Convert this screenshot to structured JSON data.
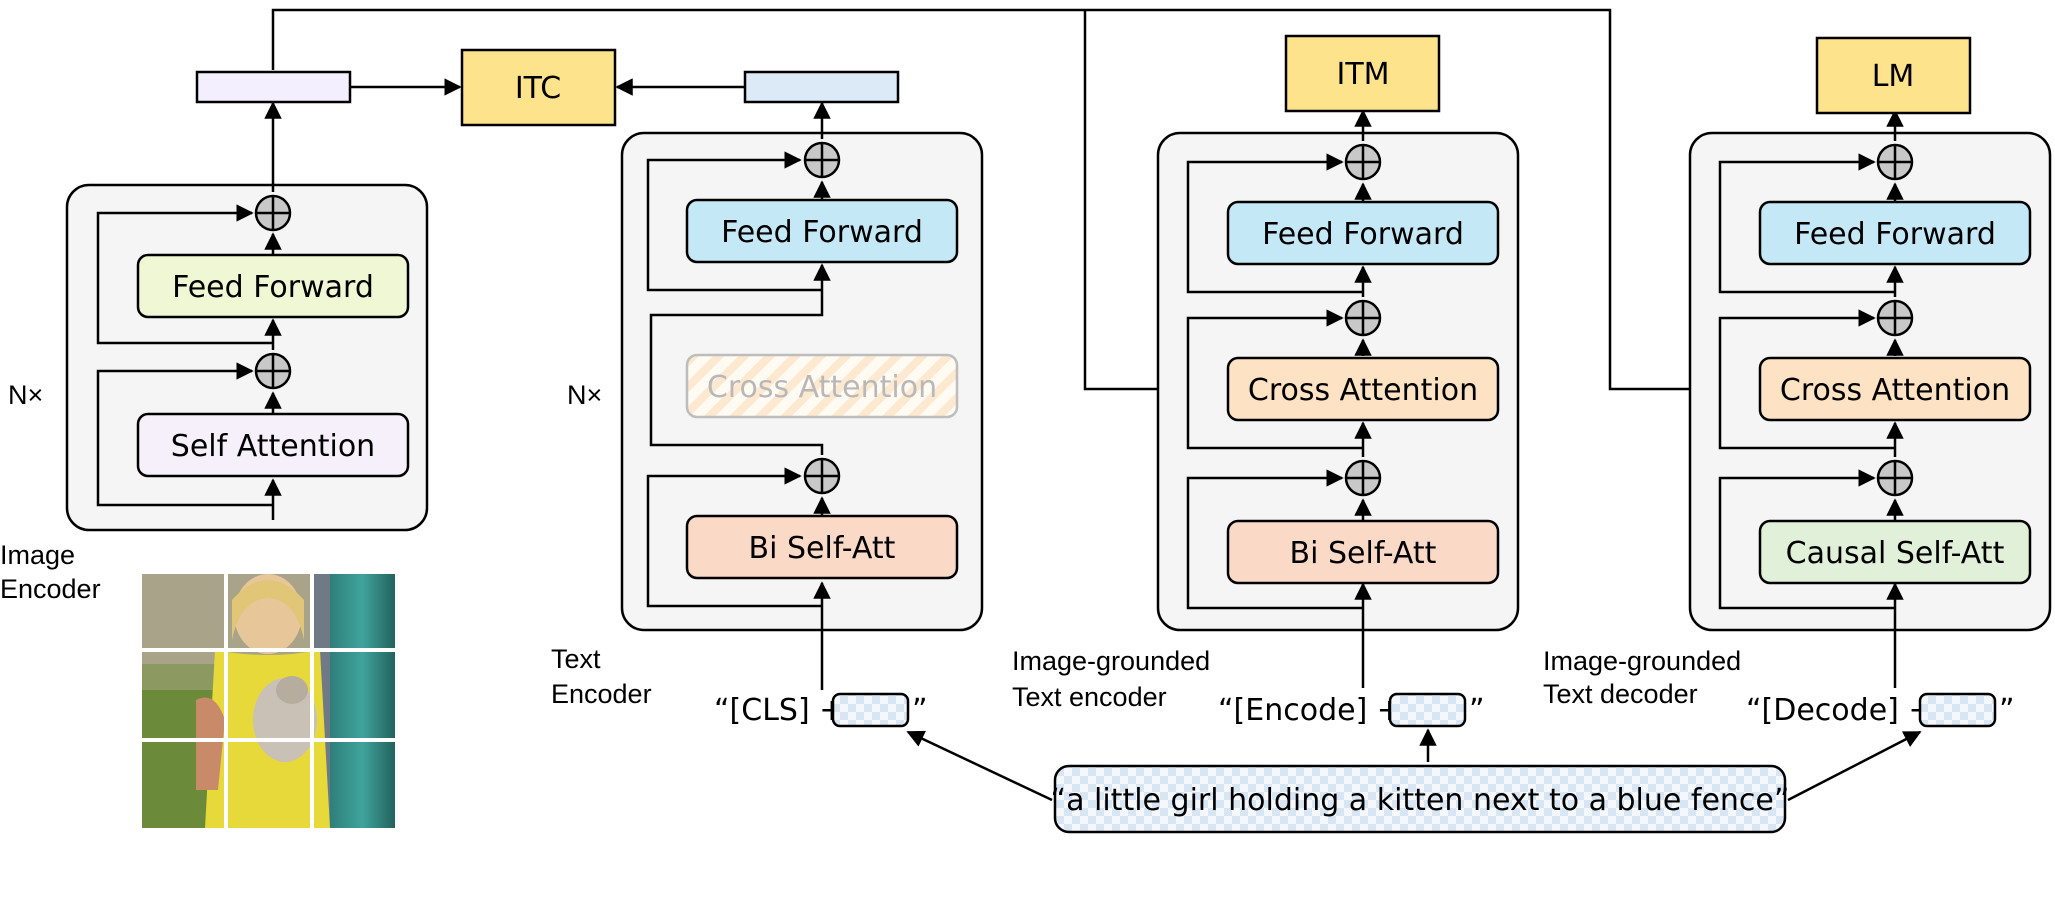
{
  "encoders": {
    "image": {
      "label_line1": "Image",
      "label_line2": "Encoder",
      "repeat": "N×",
      "ffn": "Feed Forward",
      "attn": "Self Attention"
    },
    "text": {
      "label_line1": "Text",
      "label_line2": "Encoder",
      "repeat": "N×",
      "ffn": "Feed Forward",
      "cross": "Cross Attention",
      "self_att": "Bi Self-Att",
      "input_prefix": "“[CLS] +",
      "input_suffix": "”"
    },
    "grounded_encoder": {
      "label_line1": "Image-grounded",
      "label_line2": "Text encoder",
      "ffn": "Feed Forward",
      "cross": "Cross Attention",
      "self_att": "Bi Self-Att",
      "input_prefix": "“[Encode] +",
      "input_suffix": "”"
    },
    "grounded_decoder": {
      "label_line1": "Image-grounded",
      "label_line2": "Text decoder",
      "ffn": "Feed Forward",
      "cross": "Cross Attention",
      "self_att": "Causal Self-Att",
      "input_prefix": "“[Decode] +",
      "input_suffix": "”"
    }
  },
  "losses": {
    "itc": "ITC",
    "itm": "ITM",
    "lm": "LM"
  },
  "caption": "“a little girl holding a kitten next to a blue fence”",
  "colors": {
    "feed_forward_image": "#f0f7d4",
    "feed_forward_text": "#c5e8f6",
    "self_attention_image": "#f5f0fa",
    "cross_attention": "#fde3c3",
    "bi_self_att": "#fad9c7",
    "causal_self_att": "#e1f0d8",
    "loss_box": "#fde38c",
    "image_embedding": "#f4efff",
    "text_embedding": "#dce9f6",
    "panel_bg": "#f5f5f5"
  }
}
